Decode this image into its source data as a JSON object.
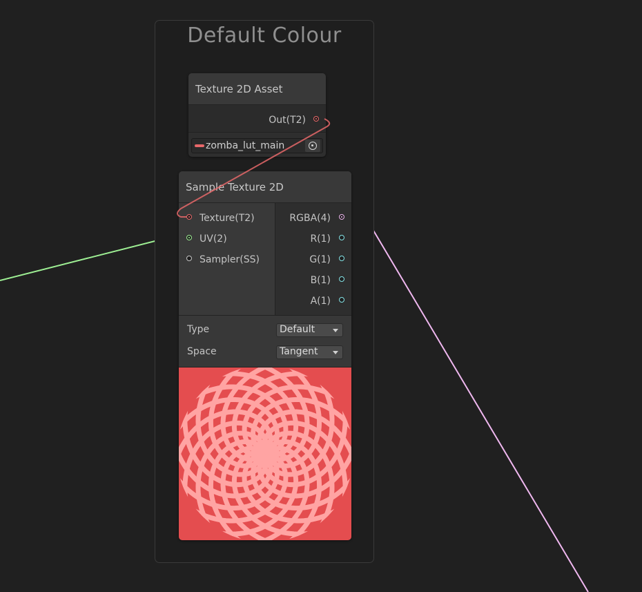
{
  "group": {
    "title": "Default Colour"
  },
  "texture_asset_node": {
    "title": "Texture 2D Asset",
    "output_label": "Out(T2)",
    "asset_name": "zomba_lut_main"
  },
  "sample_texture_node": {
    "title": "Sample Texture 2D",
    "inputs": [
      {
        "label": "Texture(T2)",
        "color": "#e8686a"
      },
      {
        "label": "UV(2)",
        "color": "#9ef094"
      },
      {
        "label": "Sampler(SS)",
        "color": "#c8c8c8"
      }
    ],
    "outputs": [
      {
        "label": "RGBA(4)",
        "color": "#f0b8f0"
      },
      {
        "label": "R(1)",
        "color": "#84e4e7"
      },
      {
        "label": "G(1)",
        "color": "#84e4e7"
      },
      {
        "label": "B(1)",
        "color": "#84e4e7"
      },
      {
        "label": "A(1)",
        "color": "#84e4e7"
      }
    ],
    "type_label": "Type",
    "type_value": "Default",
    "space_label": "Space",
    "space_value": "Tangent"
  },
  "colors": {
    "texture_wire": "#e8686a",
    "uv_wire": "#9ef094",
    "rgba_wire": "#f0b8f0",
    "preview_bg": "#e44d4f",
    "preview_pattern": "#ffa4a3"
  }
}
